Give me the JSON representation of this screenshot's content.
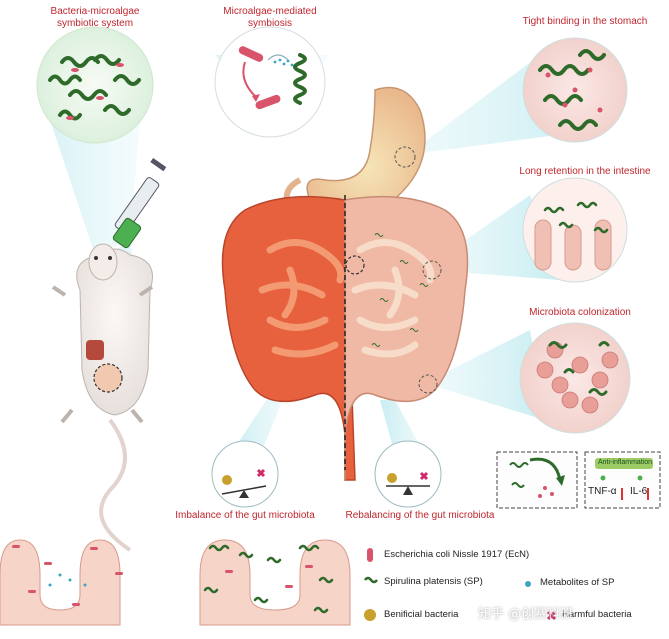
{
  "labels": {
    "bacteria_microalgae": "Bacteria-microalgae\nsymbiotic system",
    "microalgae_mediated": "Microalgae-mediated\nsymbiosis",
    "tight_binding": "Tight binding in the stomach",
    "long_retention": "Long retention in the intestine",
    "colonization": "Microbiota colonization",
    "imbalance": "Imbalance of the gut microbiota",
    "rebalancing": "Rebalancing of the gut microbiota"
  },
  "inflammation": {
    "title": "Anti-inflammation",
    "tnf": "TNF-α",
    "il6": "IL-6"
  },
  "legend": {
    "ecn": "Escherichia coli Nissle 1917 (EcN)",
    "sp": "Spirulina platensis (SP)",
    "metabolites": "Metabolites of SP",
    "beneficial": "Benificial bacteria",
    "harmful": "Harmful bacteria"
  },
  "watermark": "知乎 @创赛科研",
  "colors": {
    "label_red": "#c0262d",
    "spirulina_green": "#2e6b2a",
    "ecn_pink": "#d9546a",
    "teal_beam": "#9fdde6",
    "colon_left": "#e8613f",
    "colon_right": "#efb9a6"
  }
}
